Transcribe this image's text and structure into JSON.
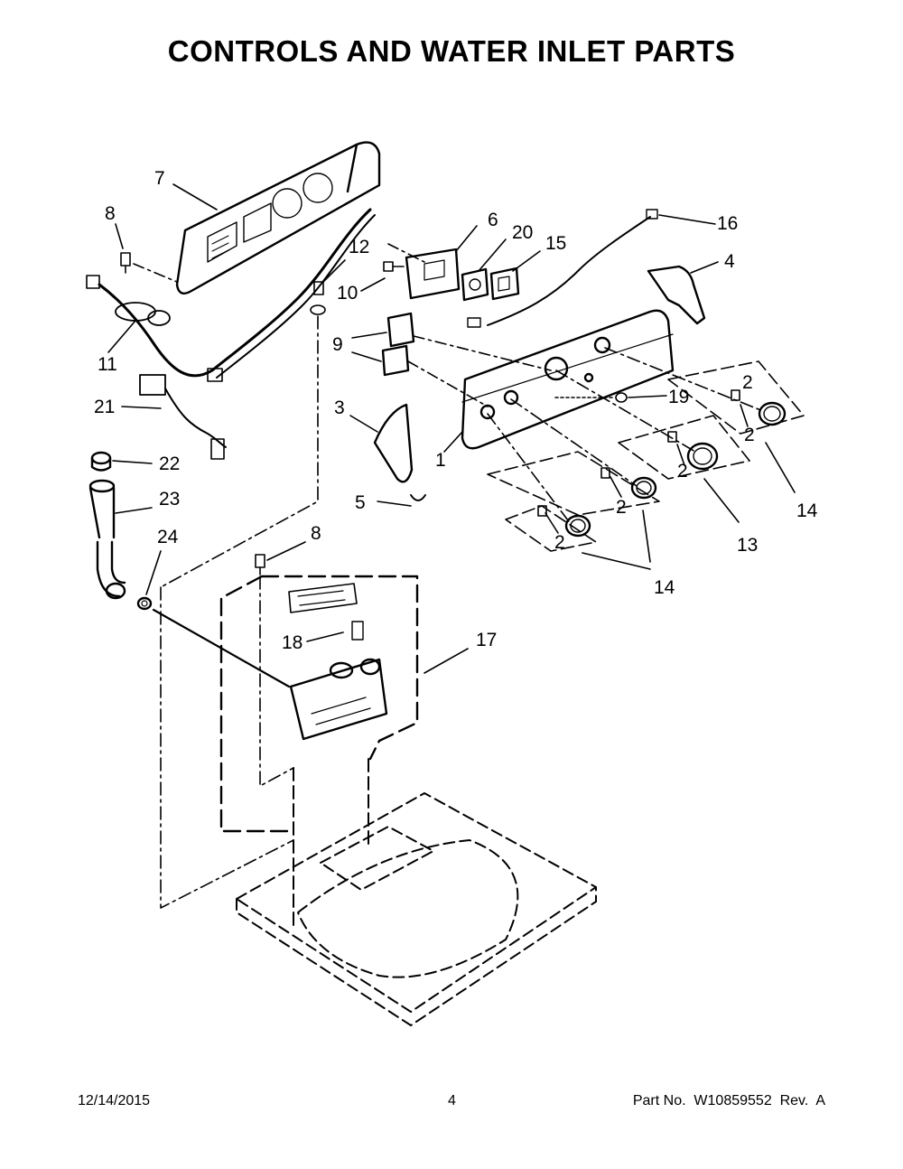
{
  "title": "CONTROLS AND WATER INLET PARTS",
  "footer": {
    "date": "12/14/2015",
    "page": "4",
    "part": "Part No.  W10859552  Rev.  A"
  },
  "callouts": [
    "7",
    "8",
    "6",
    "20",
    "15",
    "16",
    "4",
    "12",
    "10",
    "11",
    "9",
    "19",
    "21",
    "3",
    "1",
    "2",
    "2",
    "2",
    "2",
    "2",
    "14",
    "22",
    "5",
    "13",
    "23",
    "8",
    "24",
    "14",
    "18",
    "17"
  ]
}
